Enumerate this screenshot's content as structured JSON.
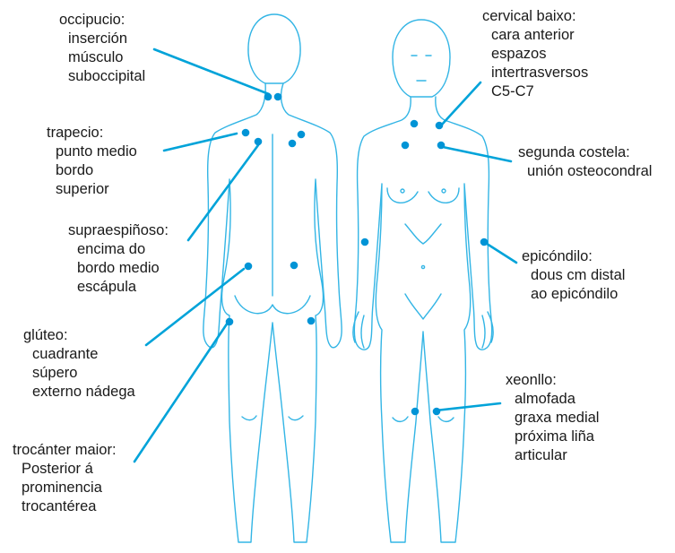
{
  "colors": {
    "outline": "#33b5e5",
    "dot": "#0094d6",
    "leader": "#00a3d9",
    "text": "#1a1a1a"
  },
  "labels": {
    "occipucio": {
      "head": "occipucio:",
      "lines": [
        "inserción",
        "músculo",
        "suboccipital"
      ]
    },
    "trapecio": {
      "head": "trapecio:",
      "lines": [
        "punto medio",
        "bordo",
        "superior"
      ]
    },
    "supraespinoso": {
      "head": "supraespiñoso:",
      "lines": [
        "encima do",
        "bordo medio",
        "escápula"
      ]
    },
    "gluteo": {
      "head": "glúteo:",
      "lines": [
        "cuadrante",
        "súpero",
        "externo nádega"
      ]
    },
    "trocanter": {
      "head": "trocánter maior:",
      "lines": [
        "Posterior á",
        "prominencia",
        "trocantérea"
      ]
    },
    "cervical": {
      "head": "cervical baixo:",
      "lines": [
        "cara anterior",
        "espazos",
        "intertrasversos",
        "C5-C7"
      ]
    },
    "costela": {
      "head": "segunda costela:",
      "lines": [
        "unión osteocondral"
      ]
    },
    "epicondilo": {
      "head": "epicóndilo:",
      "lines": [
        "dous cm distal",
        "ao epicóndilo"
      ]
    },
    "xeonllo": {
      "head": "xeonllo:",
      "lines": [
        "almofada",
        "graxa medial",
        "próxima liña",
        "articular"
      ]
    }
  }
}
